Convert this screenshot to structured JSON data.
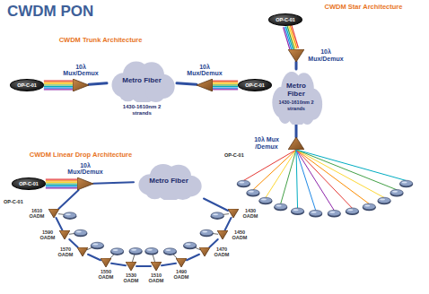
{
  "diagram": {
    "title": "CWDM PON",
    "nodes": [
      {
        "text": [
          "OP-C-01"
        ]
      },
      {
        "text": [
          "10λ Mux/Demux"
        ]
      },
      {
        "text": [
          "Metro Fiber"
        ]
      },
      {
        "text": [
          "10λ Mux/Demux"
        ]
      },
      {
        "text": [
          "OP-C-01"
        ]
      },
      {
        "text": [
          "OP-C-01"
        ]
      },
      {
        "text": [
          "10λ Mux/Demux"
        ]
      },
      {
        "text": [
          "Metro Fiber",
          "1430-1610nm 2 strands"
        ]
      },
      {
        "text": [
          "10λ Mux /Demux"
        ]
      },
      {
        "text": [
          "OP-C-01"
        ]
      },
      {
        "text": [
          "10λ Mux/Demux"
        ]
      },
      {
        "text": [
          "Metro Fiber"
        ]
      },
      {
        "text": [
          "1610 OADM"
        ]
      },
      {
        "text": [
          "1590 OADM"
        ]
      },
      {
        "text": [
          "1570 OADM"
        ]
      },
      {
        "text": [
          "1550 OADM"
        ]
      },
      {
        "text": [
          "1530 OADM"
        ]
      },
      {
        "text": [
          "1510 OADM"
        ]
      },
      {
        "text": [
          "1490 OADM"
        ]
      },
      {
        "text": [
          "1470 OADM"
        ]
      },
      {
        "text": [
          "1450 OADM"
        ]
      },
      {
        "text": [
          "1430 OADM"
        ]
      }
    ],
    "edges": [
      {
        "from": 0,
        "to": 1,
        "arrow": "none"
      },
      {
        "from": 1,
        "to": 2,
        "arrow": "none"
      },
      {
        "from": 2,
        "to": 3,
        "arrow": "none"
      },
      {
        "from": 3,
        "to": 4,
        "arrow": "none"
      },
      {
        "from": 5,
        "to": 6,
        "arrow": "none"
      },
      {
        "from": 6,
        "to": 7,
        "arrow": "none"
      },
      {
        "from": 7,
        "to": 8,
        "arrow": "none"
      },
      {
        "from": 9,
        "to": 10,
        "arrow": "none"
      },
      {
        "from": 10,
        "to": 11,
        "arrow": "none"
      },
      {
        "from": 11,
        "to": 21,
        "arrow": "none"
      },
      {
        "from": 21,
        "to": 20,
        "arrow": "none"
      },
      {
        "from": 20,
        "to": 19,
        "arrow": "none"
      },
      {
        "from": 19,
        "to": 18,
        "arrow": "none"
      },
      {
        "from": 18,
        "to": 17,
        "arrow": "none"
      },
      {
        "from": 17,
        "to": 16,
        "arrow": "none"
      },
      {
        "from": 16,
        "to": 15,
        "arrow": "none"
      },
      {
        "from": 15,
        "to": 14,
        "arrow": "none"
      },
      {
        "from": 14,
        "to": 13,
        "arrow": "none"
      },
      {
        "from": 13,
        "to": 12,
        "arrow": "none"
      },
      {
        "from": 12,
        "to": 10,
        "arrow": "none"
      }
    ],
    "labels": [
      "CWDM Trunk Architecture",
      "1430-1610nm 2 strands",
      "CWDM Star Architecture",
      "OP-C-01",
      "CWDM Linear Drop Architecture",
      "OP-C-01"
    ]
  }
}
